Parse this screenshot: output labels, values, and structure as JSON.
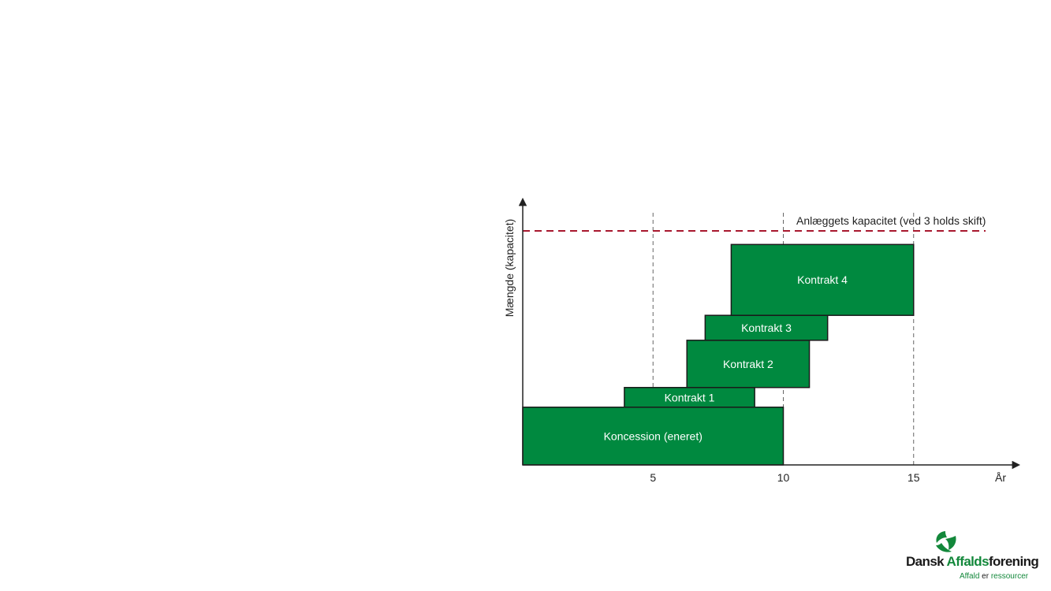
{
  "diagram": {
    "ylabel": "Mængde (kapacitet)",
    "xlabel": "År",
    "x_ticks": [
      5,
      10,
      15
    ],
    "capacity": {
      "label": "Anlæggets kapacitet (ved 3 holds skift)",
      "color": "#a8182e"
    },
    "colors": {
      "block_fill": "#00893f",
      "block_stroke": "#1a1a1a"
    },
    "blocks": [
      {
        "label": "Koncession (eneret)",
        "x_start": 0,
        "x_end": 10,
        "y_start": 0,
        "y_end": 2.2
      },
      {
        "label": "Kontrakt 1",
        "x_start": 3.9,
        "x_end": 8.9,
        "y_start": 2.2,
        "y_end": 2.95
      },
      {
        "label": "Kontrakt 2",
        "x_start": 6.3,
        "x_end": 11.0,
        "y_start": 2.95,
        "y_end": 4.75
      },
      {
        "label": "Kontrakt 3",
        "x_start": 7.0,
        "x_end": 11.7,
        "y_start": 4.75,
        "y_end": 5.7
      },
      {
        "label": "Kontrakt 4",
        "x_start": 8.0,
        "x_end": 15.0,
        "y_start": 5.7,
        "y_end": 8.4
      }
    ]
  },
  "logo": {
    "name_part1": "Dansk ",
    "name_part2": "Affalds",
    "name_part3": "forening",
    "tagline_part1": "Affald",
    "tagline_part2": " er ",
    "tagline_part3": "ressourcer",
    "icon": "recycle-leaf-icon"
  }
}
